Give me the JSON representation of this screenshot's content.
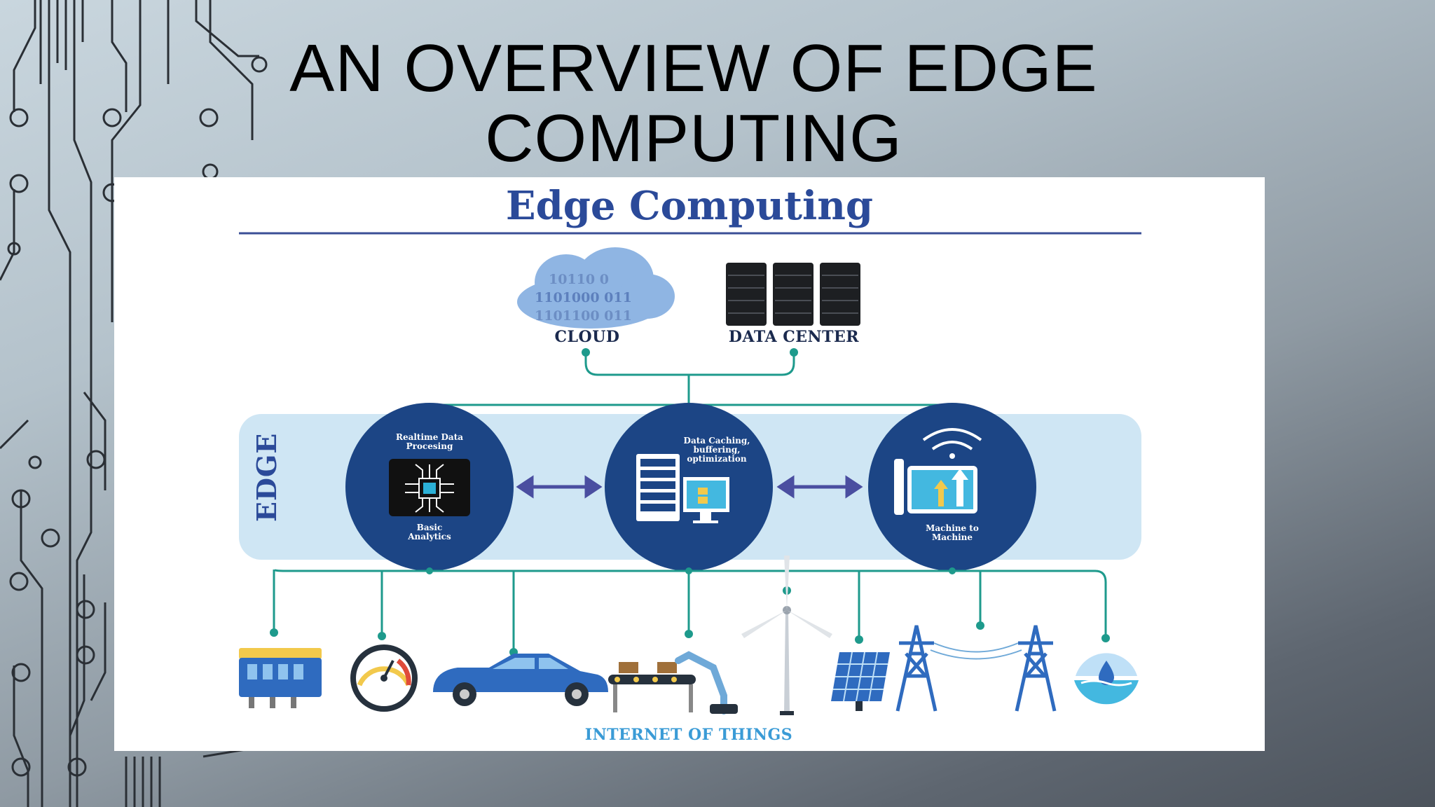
{
  "slide": {
    "title_line1": "AN OVERVIEW OF EDGE",
    "title_line2": "COMPUTING"
  },
  "diagram": {
    "title": "Edge Computing",
    "cloud": {
      "label": "CLOUD",
      "binary_text": [
        "10110 0",
        "1101000 011",
        "1101100 011"
      ]
    },
    "data_center": {
      "label": "DATA CENTER"
    },
    "edge_label": "EDGE",
    "nodes": [
      {
        "top_text": "Realtime Data Procesing",
        "bottom_text": "Basic Analytics",
        "icon": "chip-icon"
      },
      {
        "top_text": "Data Caching, buffering, optimization",
        "bottom_text": "",
        "icon": "server-monitor-icon"
      },
      {
        "top_text": "",
        "bottom_text": "Machine to Machine",
        "icon": "wifi-device-icon"
      }
    ],
    "iot_label": "INTERNET OF THINGS",
    "iot_devices": [
      "engine-icon",
      "gauge-icon",
      "car-icon",
      "conveyor-robot-icon",
      "wind-turbine-icon",
      "solar-panel-icon",
      "power-lines-icon",
      "water-icon"
    ],
    "colors": {
      "title_blue": "#2b4a99",
      "node_navy": "#1c4585",
      "edge_band": "#cfe6f4",
      "connector_teal": "#1e9a8c",
      "arrow_purple": "#4a4ea0",
      "iot_blue": "#3a9bd6"
    }
  }
}
